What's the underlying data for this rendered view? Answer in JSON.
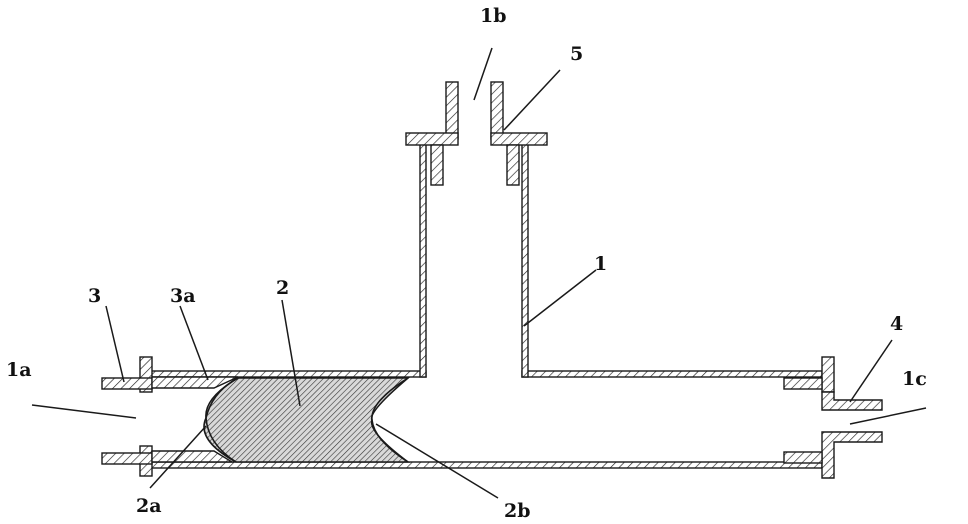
{
  "labels": {
    "l1a": "1a",
    "l1b": "1b",
    "l1c": "1c",
    "l1": "1",
    "l2": "2",
    "l2a": "2a",
    "l2b": "2b",
    "l3": "3",
    "l3a": "3a",
    "l4": "4",
    "l5": "5"
  }
}
